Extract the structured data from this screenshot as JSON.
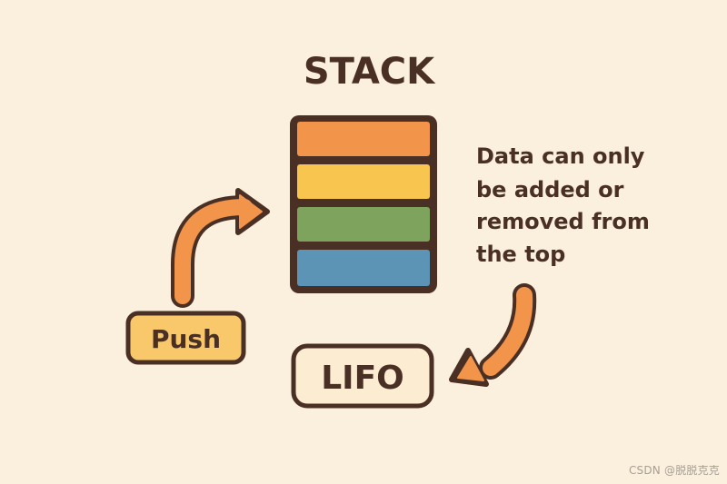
{
  "title": "STACK",
  "description_lines": [
    "Data can only",
    "be added or",
    "removed from",
    "the top"
  ],
  "push_label": "Push",
  "lifo_label": "LIFO",
  "watermark": "CSDN @脱脱克克",
  "colors": {
    "background": "#fbf0dd",
    "outline": "#4a2f24",
    "layer_orange": "#f2954a",
    "layer_yellow": "#f8c54e",
    "layer_green": "#7ea35d",
    "layer_blue": "#5b94b5",
    "arrow": "#f2944a",
    "push_fill": "#f8c86a",
    "lifo_fill": "#fbecd2"
  },
  "stack_layers": [
    "orange",
    "yellow",
    "green",
    "blue"
  ]
}
